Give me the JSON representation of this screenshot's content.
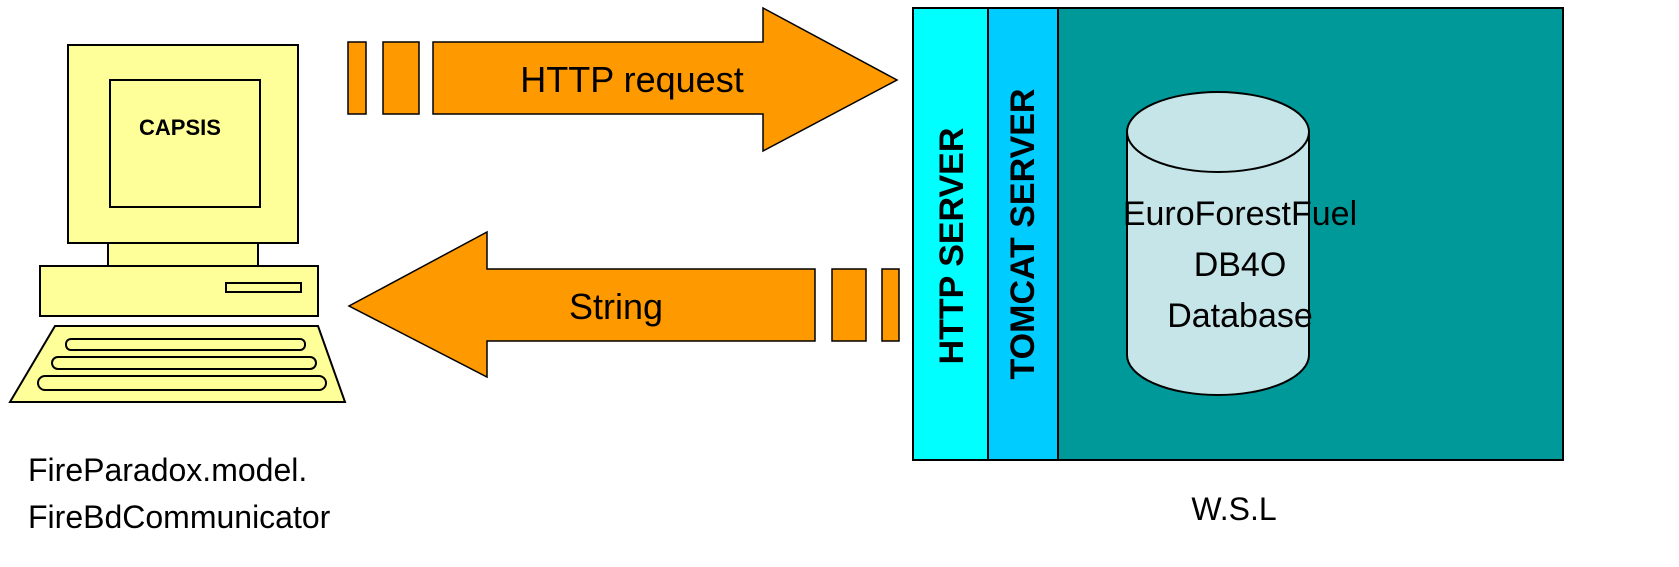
{
  "client": {
    "screen_label": "CAPSIS",
    "caption_line1": "FireParadox.model.",
    "caption_line2": "FireBdCommunicator"
  },
  "request_arrow": {
    "label": "HTTP request"
  },
  "response_arrow": {
    "label": "String"
  },
  "server": {
    "http_server_label": "HTTP SERVER",
    "tomcat_server_label": "TOMCAT SERVER",
    "database_line1": "EuroForestFuel",
    "database_line2": "DB4O",
    "database_line3": "Database",
    "caption": "W.S.L"
  },
  "colors": {
    "computer_fill": "#FFFF99",
    "arrow_fill": "#FF9900",
    "http_server_fill": "#00FFFF",
    "tomcat_server_fill": "#00CCFF",
    "wsl_fill": "#009999",
    "database_fill": "#C6E5E8"
  }
}
